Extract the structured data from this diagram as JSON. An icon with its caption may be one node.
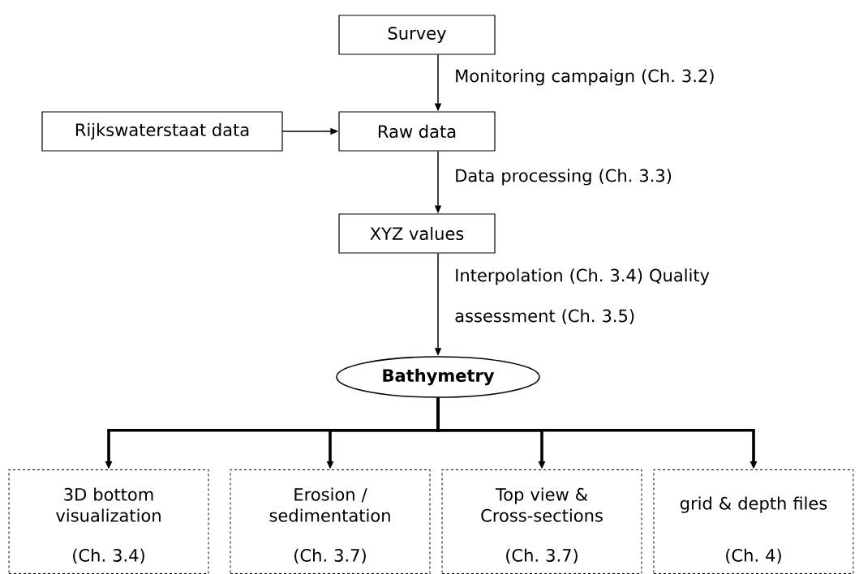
{
  "diagram": {
    "nodes": [
      {
        "text": [
          "Survey"
        ]
      },
      {
        "text": [
          "Raw data"
        ]
      },
      {
        "text": [
          "Rijkswaterstaat data"
        ]
      },
      {
        "text": [
          "XYZ values"
        ]
      },
      {
        "text": [
          "Bathymetry"
        ]
      },
      {
        "text": [
          "3D bottom visualization",
          "(Ch. 3.4)"
        ]
      },
      {
        "text": [
          "Erosion / sedimentation",
          "(Ch. 3.7)"
        ]
      },
      {
        "text": [
          "Top view & Cross-sections",
          "(Ch. 3.7)"
        ]
      },
      {
        "text": [
          "grid & depth files",
          "(Ch. 4)"
        ]
      }
    ],
    "edges": [
      {
        "from": 0,
        "to": 1,
        "arrow": "to",
        "label": "Monitoring campaign (Ch. 3.2)"
      },
      {
        "from": 2,
        "to": 1,
        "arrow": "to"
      },
      {
        "from": 1,
        "to": 3,
        "arrow": "to",
        "label": "Data processing (Ch. 3.3)"
      },
      {
        "from": 3,
        "to": 4,
        "arrow": "to",
        "label": "Interpolation (Ch. 3.4) Quality assessment (Ch. 3.5)"
      },
      {
        "from": 4,
        "to": 5,
        "arrow": "to",
        "style": "thick"
      },
      {
        "from": 4,
        "to": 6,
        "arrow": "to",
        "style": "thick"
      },
      {
        "from": 4,
        "to": 7,
        "arrow": "to",
        "style": "thick"
      },
      {
        "from": 4,
        "to": 8,
        "arrow": "to",
        "style": "thick"
      }
    ]
  }
}
